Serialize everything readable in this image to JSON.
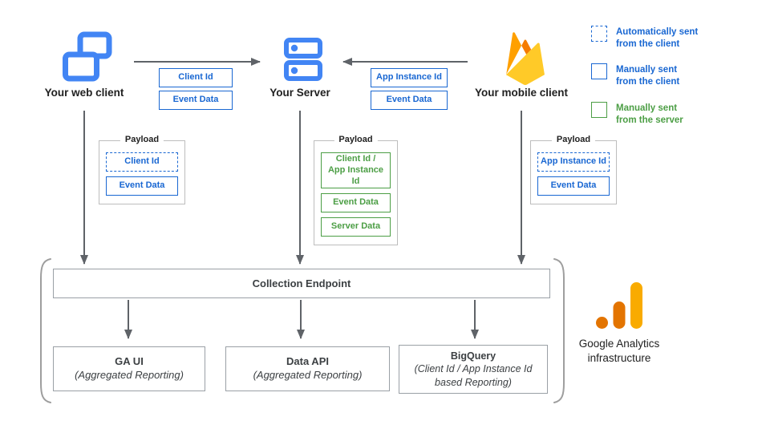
{
  "clients": {
    "web": {
      "label": "Your web client",
      "icon": "web-client-icon"
    },
    "server": {
      "label": "Your Server",
      "icon": "server-icon"
    },
    "mobile": {
      "label": "Your mobile client",
      "icon": "firebase-icon"
    }
  },
  "flows": {
    "web_to_server": {
      "tags": [
        {
          "label": "Client Id"
        },
        {
          "label": "Event Data"
        }
      ]
    },
    "mobile_to_server": {
      "tags": [
        {
          "label": "App Instance Id"
        },
        {
          "label": "Event Data"
        }
      ]
    }
  },
  "payloads": {
    "web": {
      "title": "Payload",
      "items": [
        {
          "label": "Client Id"
        },
        {
          "label": "Event Data"
        }
      ]
    },
    "server": {
      "title": "Payload",
      "items": [
        {
          "label": "Client Id /\nApp Instance Id"
        },
        {
          "label": "Event Data"
        },
        {
          "label": "Server Data"
        }
      ]
    },
    "mobile": {
      "title": "Payload",
      "items": [
        {
          "label": "App Instance Id"
        },
        {
          "label": "Event Data"
        }
      ]
    }
  },
  "legend": {
    "items": [
      {
        "label": "Automatically sent\nfrom the client",
        "style": "dashed-blue"
      },
      {
        "label": "Manually sent\nfrom the client",
        "style": "solid-blue"
      },
      {
        "label": "Manually sent\nfrom the server",
        "style": "solid-green"
      }
    ]
  },
  "infrastructure": {
    "endpoint_label": "Collection Endpoint",
    "outputs": [
      {
        "title": "GA UI",
        "subtitle": "(Aggregated Reporting)"
      },
      {
        "title": "Data API",
        "subtitle": "(Aggregated Reporting)"
      },
      {
        "title": "BigQuery",
        "subtitle": "(Client Id / App Instance Id\nbased Reporting)"
      }
    ],
    "caption": "Google Analytics\ninfrastructure"
  },
  "colors": {
    "client_icon_blue": "#4285F4",
    "tag_blue": "#1967D2",
    "tag_green": "#4C9E45",
    "arrow_gray": "#5F6368",
    "firebase_orange": "#FFA000",
    "firebase_dark_orange": "#F57C00",
    "firebase_yellow": "#FFCA28",
    "ga_amber": "#F9AB00",
    "ga_orange": "#E37400"
  }
}
